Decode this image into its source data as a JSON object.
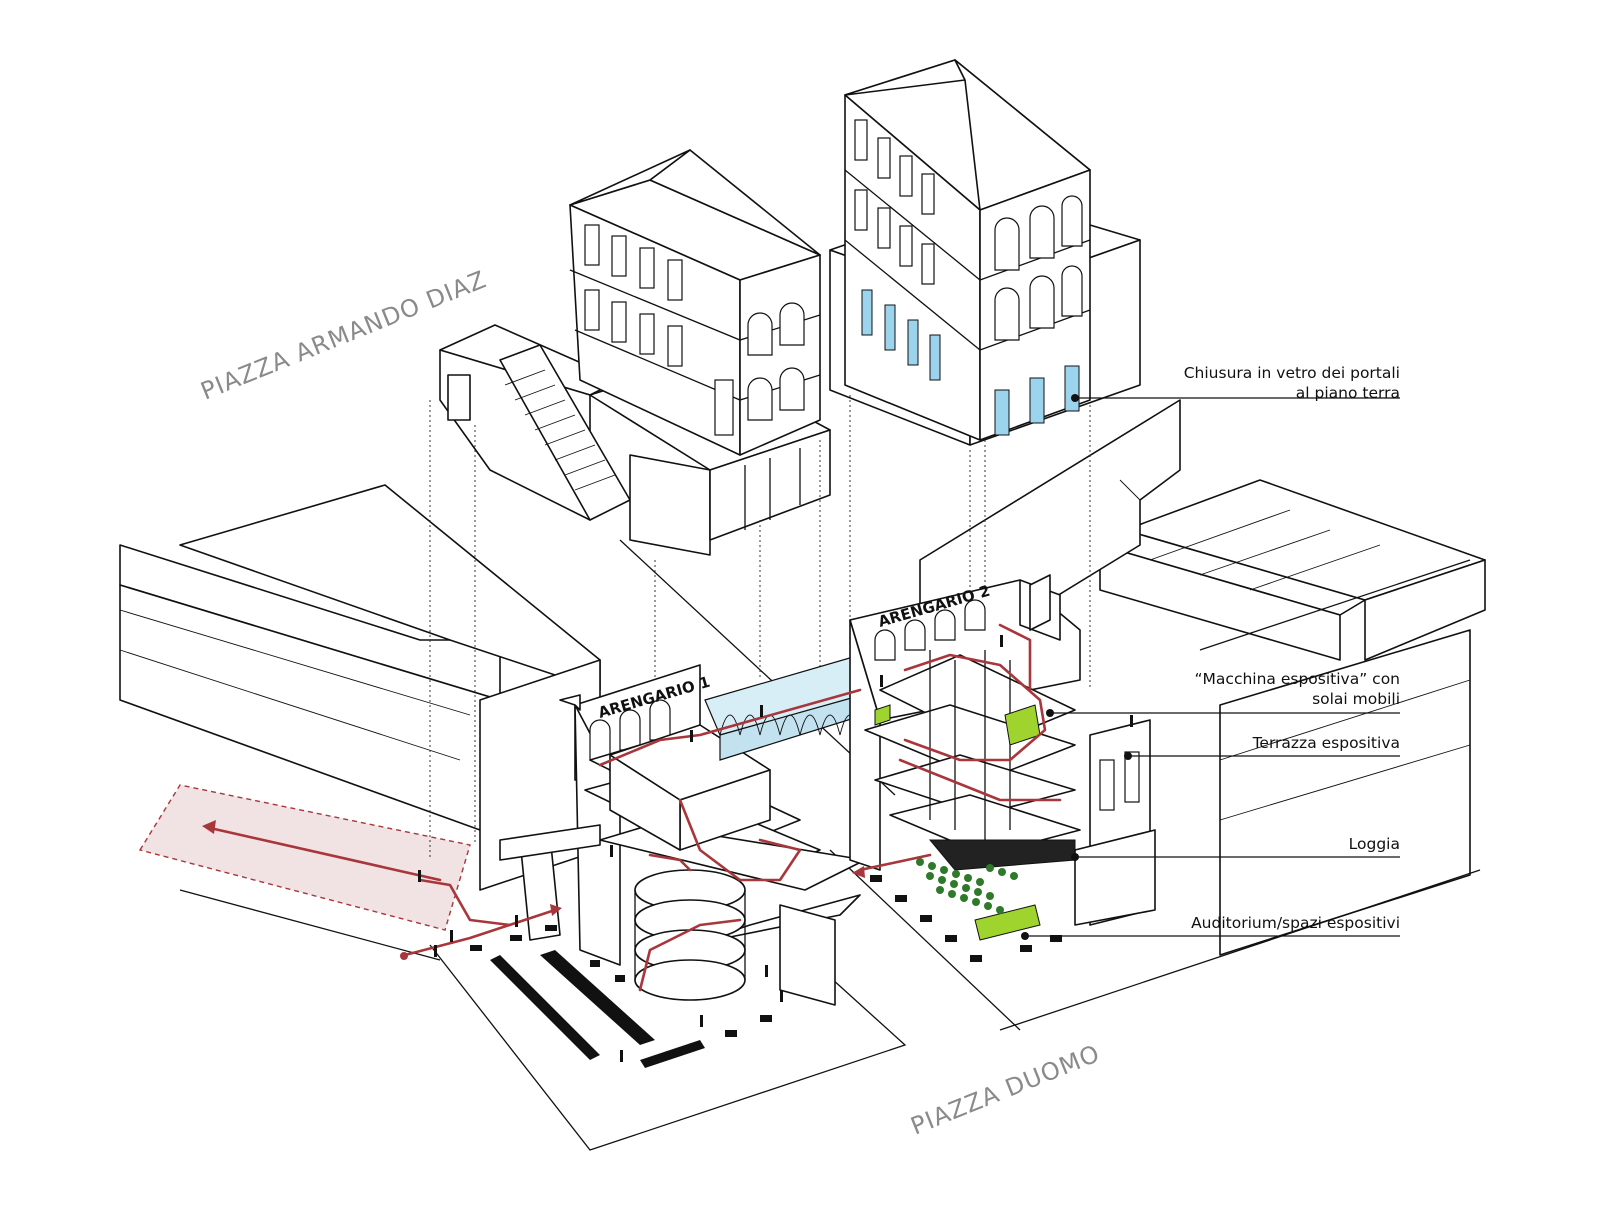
{
  "places": {
    "piazza_armando_diaz": "PIAZZA ARMANDO DIAZ",
    "piazza_duomo": "PIAZZA DUOMO"
  },
  "buildings": {
    "arengario_1": "ARENGARIO 1",
    "arengario_2": "ARENGARIO 2"
  },
  "annotations": [
    {
      "line1": "Chiusura in vetro dei portali",
      "line2": "al piano terra"
    },
    {
      "line1": "“Macchina espositiva” con",
      "line2": "solai mobili"
    },
    {
      "line1": "Terrazza espositiva",
      "line2": ""
    },
    {
      "line1": "Loggia",
      "line2": ""
    },
    {
      "line1": "Auditorium/spazi espositivi",
      "line2": ""
    }
  ],
  "colors": {
    "route": "#a8363b",
    "glass": "#9cd4ee",
    "exhibit_green": "#9fd42f",
    "label_grey": "#8a8a8a",
    "ink": "#111111"
  }
}
